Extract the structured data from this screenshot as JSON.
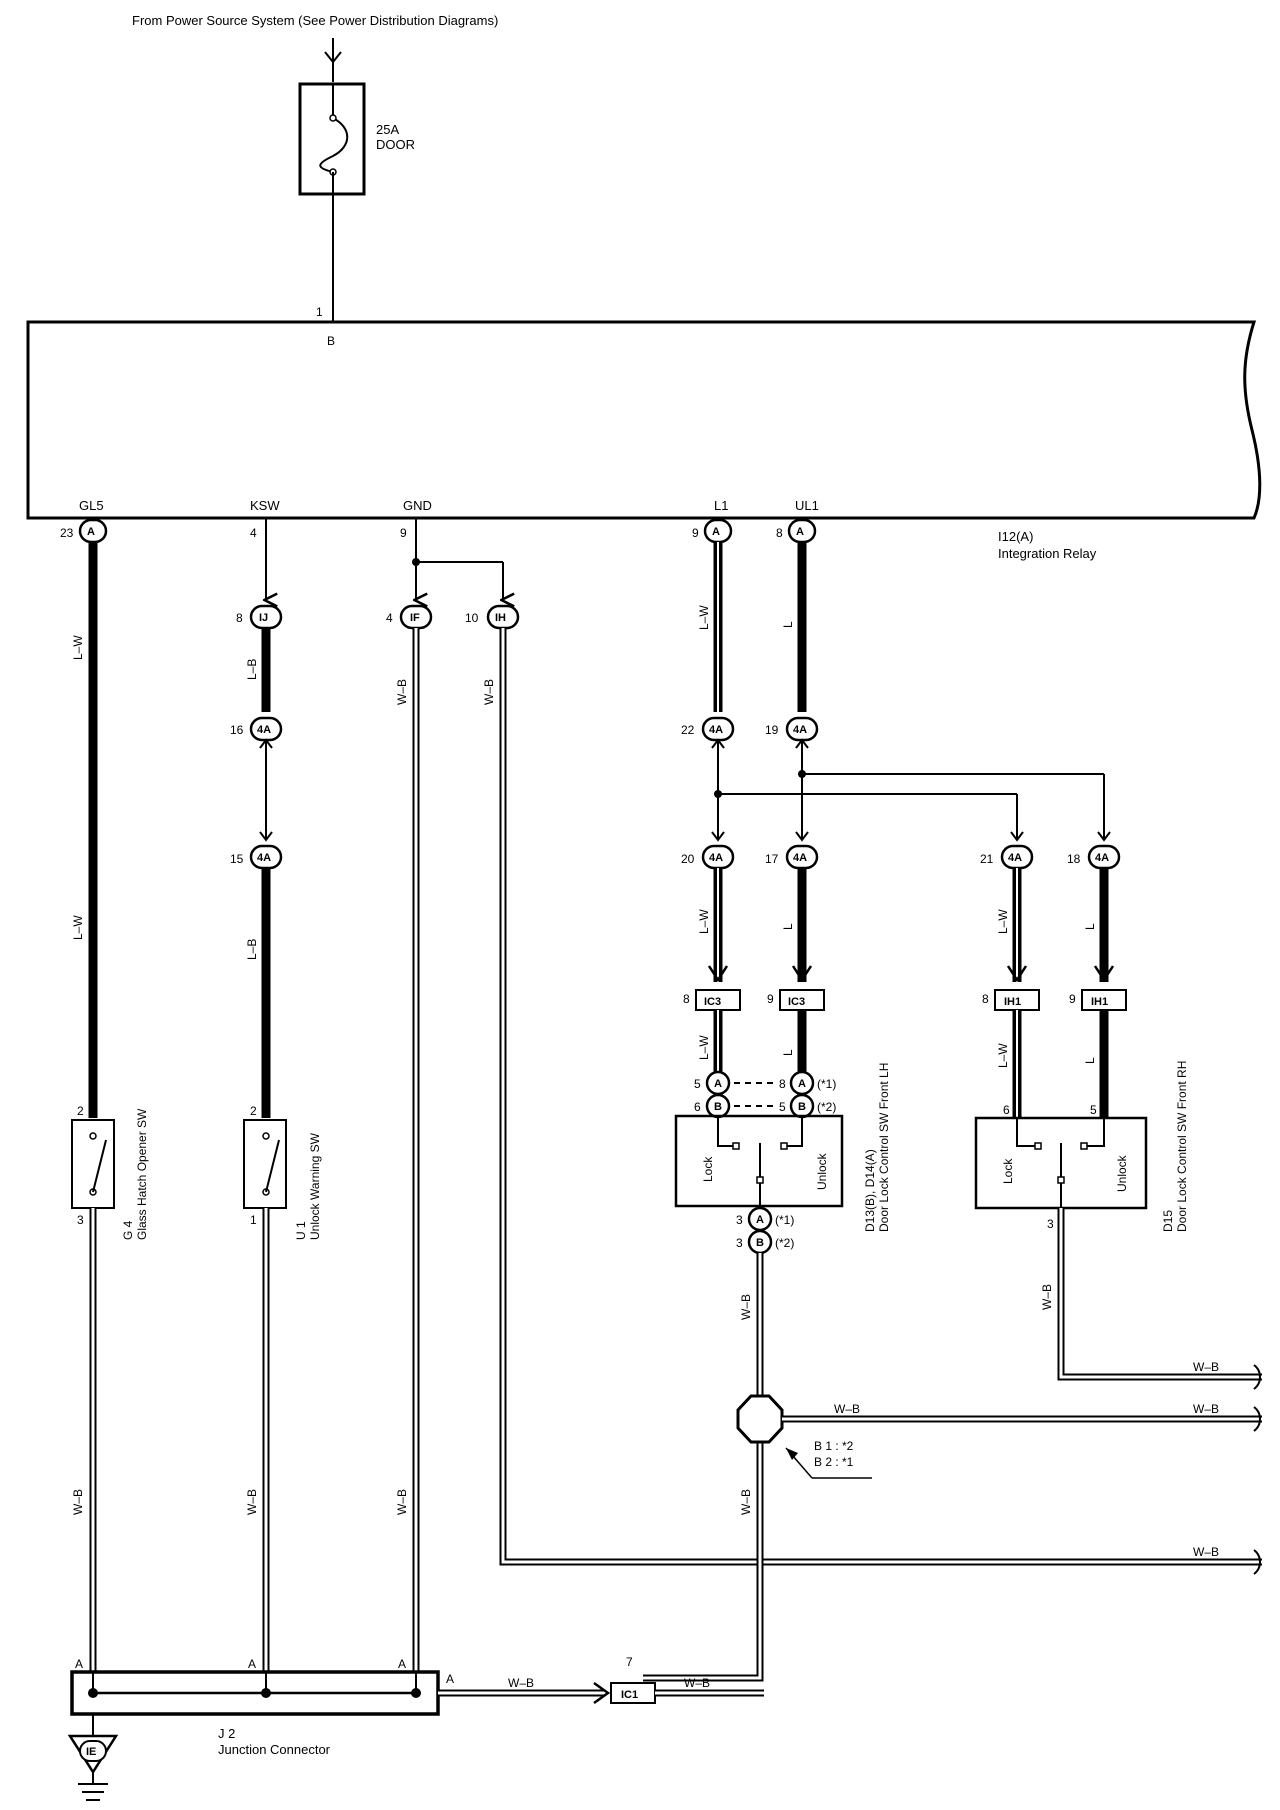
{
  "header": {
    "power_source": "From Power Source System (See Power Distribution Diagrams)"
  },
  "fuse": {
    "rating": "25A",
    "name": "DOOR"
  },
  "relay": {
    "name": "I12(A)",
    "desc": "Integration Relay",
    "pin_b_num": "1",
    "pin_b": "B",
    "terminals": {
      "gl5": "GL5",
      "ksw": "KSW",
      "gnd": "GND",
      "l1": "L1",
      "ul1": "UL1",
      "gl5_pin": "23",
      "ksw_pin": "4",
      "gnd_pin": "9",
      "l1_pin": "9",
      "ul1_pin": "8"
    }
  },
  "connectors": {
    "A": "A",
    "B": "B",
    "IJ": "IJ",
    "IF": "IF",
    "IH": "IH",
    "4A": "4A",
    "IC3": "IC3",
    "IH1": "IH1",
    "IC1": "IC1",
    "IE": "IE"
  },
  "pins": {
    "ij": "8",
    "if": "4",
    "ih": "10",
    "ksw_4a_16": "16",
    "ksw_4a_15": "15",
    "l1_4a_22": "22",
    "ul1_4a_19": "19",
    "l1_4a_20": "20",
    "ul1_4a_17": "17",
    "rh_4a_21": "21",
    "rh_4a_18": "18",
    "ic3_l": "8",
    "ic3_ul": "9",
    "ih1_l": "8",
    "ih1_ul": "9",
    "lh_5": "5",
    "lh_6": "6",
    "lh_8": "8",
    "lh_5b": "5",
    "lh_3a": "3",
    "lh_3b": "3",
    "g4_2": "2",
    "g4_3": "3",
    "u1_2": "2",
    "u1_1": "1",
    "rh_6": "6",
    "rh_5": "5",
    "rh_3": "3",
    "ic1_7": "7",
    "j2_a1": "A",
    "j2_a2": "A",
    "j2_a3": "A",
    "j2_a4": "A"
  },
  "notes": {
    "n1": "(*1)",
    "n2": "(*2)",
    "n1b": "(*1)",
    "n2b": "(*2)"
  },
  "wires": {
    "lw": "L–W",
    "lb": "L–B",
    "wb": "W–B",
    "l": "L"
  },
  "components": {
    "g4_id": "G 4",
    "g4_name": "Glass Hatch Opener SW",
    "u1_id": "U 1",
    "u1_name": "Unlock Warning SW",
    "lh_id": "D13(B), D14(A)",
    "lh_name": "Door Lock Control SW Front LH",
    "rh_id": "D15",
    "rh_name": "Door Lock Control SW Front RH",
    "lock": "Lock",
    "unlock": "Unlock",
    "j2_id": "J 2",
    "j2_name": "Junction Connector",
    "splice_b1": "B 1 : *2",
    "splice_b2": "B 2 : *1"
  }
}
